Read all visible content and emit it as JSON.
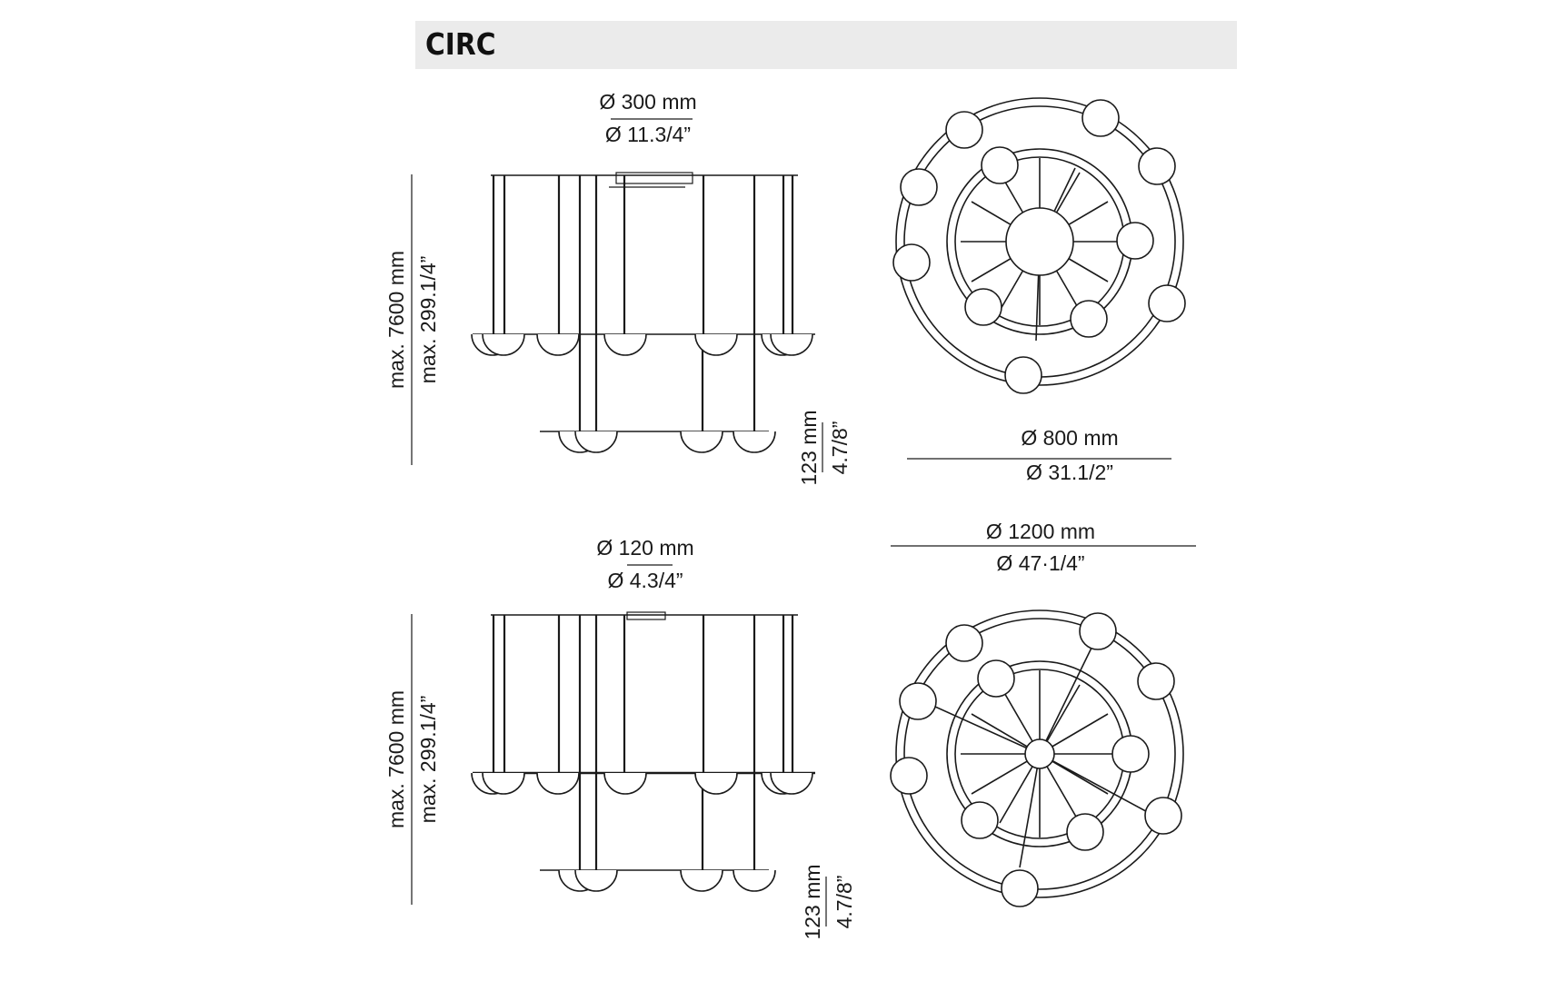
{
  "header": {
    "title": "CIRC"
  },
  "configurations": [
    {
      "canopy_diameter": {
        "mm": "Ø 300 mm",
        "inch": "Ø 11.3/4”"
      },
      "height": {
        "mm": "max. 7600 mm",
        "inch": "max. 299.1/4”"
      },
      "level_offset": {
        "mm": "123 mm",
        "inch": "4.7/8”"
      },
      "overall_diameter": {
        "mm": "Ø 800 mm",
        "inch": "Ø 31.1/2”"
      }
    },
    {
      "canopy_diameter": {
        "mm": "Ø 120 mm",
        "inch": "Ø 4.3/4”"
      },
      "height": {
        "mm": "max. 7600 mm",
        "inch": "max. 299.1/4”"
      },
      "level_offset": {
        "mm": "123 mm",
        "inch": "4.7/8”"
      },
      "overall_diameter": {
        "mm": "Ø 1200 mm",
        "inch": "Ø 47·1/4”"
      }
    }
  ]
}
